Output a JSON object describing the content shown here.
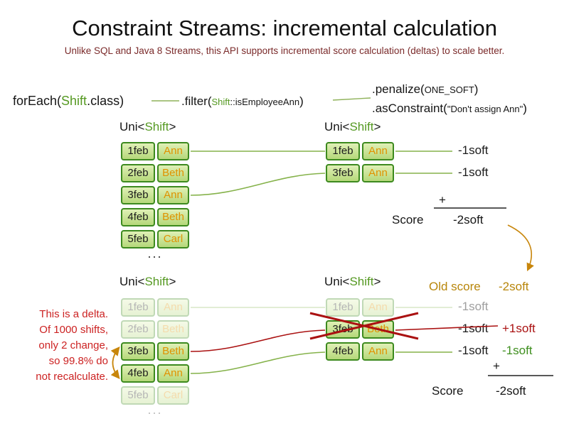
{
  "title": "Constraint Streams: incremental calculation",
  "subtitle": "Unlike SQL and Java 8 Streams, this API supports incremental score calculation (deltas) to scale better.",
  "colors": {
    "shift_green": "#559922",
    "name_orange": "#e09200",
    "subtitle_maroon": "#7a2a2a",
    "note_red": "#cc2222",
    "old_score_gold": "#b8860b",
    "delta_red": "#aa1111",
    "delta_green": "#3f8f1f",
    "cell_border_green": "#3d8a1f"
  },
  "code": {
    "foreach": {
      "pre": "forEach(",
      "shift": "Shift",
      "post": ".class)"
    },
    "filter": {
      "pre": ".filter(",
      "shift": "Shift",
      "mid": "::isEmployeeAnn",
      "post": ")"
    },
    "penalize": {
      "pre": ".penalize(",
      "arg": "ONE_SOFT",
      "post": ")"
    },
    "as_constraint": {
      "pre": ".asConstraint(",
      "arg": "\"Don't assign Ann\"",
      "post": ")"
    }
  },
  "uni_label": {
    "pre": "Uni<",
    "shift": "Shift",
    "post": ">"
  },
  "ellipsis": "...",
  "top": {
    "left_rows": [
      {
        "date": "1feb",
        "name": "Ann"
      },
      {
        "date": "2feb",
        "name": "Beth"
      },
      {
        "date": "3feb",
        "name": "Ann"
      },
      {
        "date": "4feb",
        "name": "Beth"
      },
      {
        "date": "5feb",
        "name": "Carl"
      }
    ],
    "right_rows": [
      {
        "date": "1feb",
        "name": "Ann"
      },
      {
        "date": "3feb",
        "name": "Ann"
      }
    ],
    "soft_labels": [
      "-1soft",
      "-1soft"
    ],
    "score": {
      "plus": "+",
      "label": "Score",
      "value": "-2soft"
    }
  },
  "bottom": {
    "old_score": {
      "label": "Old score",
      "value": "-2soft"
    },
    "note_lines": [
      "This is a delta.",
      "Of 1000 shifts,",
      "only 2 change,",
      "so 99.8% do",
      "not recalculate."
    ],
    "left_rows": [
      {
        "date": "1feb",
        "name": "Ann"
      },
      {
        "date": "2feb",
        "name": "Beth"
      },
      {
        "date": "3feb",
        "name": "Beth"
      },
      {
        "date": "4feb",
        "name": "Ann"
      },
      {
        "date": "5feb",
        "name": "Carl"
      }
    ],
    "right_rows": [
      {
        "date": "1feb",
        "name": "Ann"
      },
      {
        "date": "3feb",
        "name": "Beth"
      },
      {
        "date": "4feb",
        "name": "Ann"
      }
    ],
    "soft_rows": [
      {
        "base": "-1soft"
      },
      {
        "base": "-1soft",
        "delta": "+1soft"
      },
      {
        "base": "-1soft",
        "delta": "-1soft"
      }
    ],
    "score": {
      "plus": "+",
      "label": "Score",
      "value": "-2soft"
    }
  }
}
